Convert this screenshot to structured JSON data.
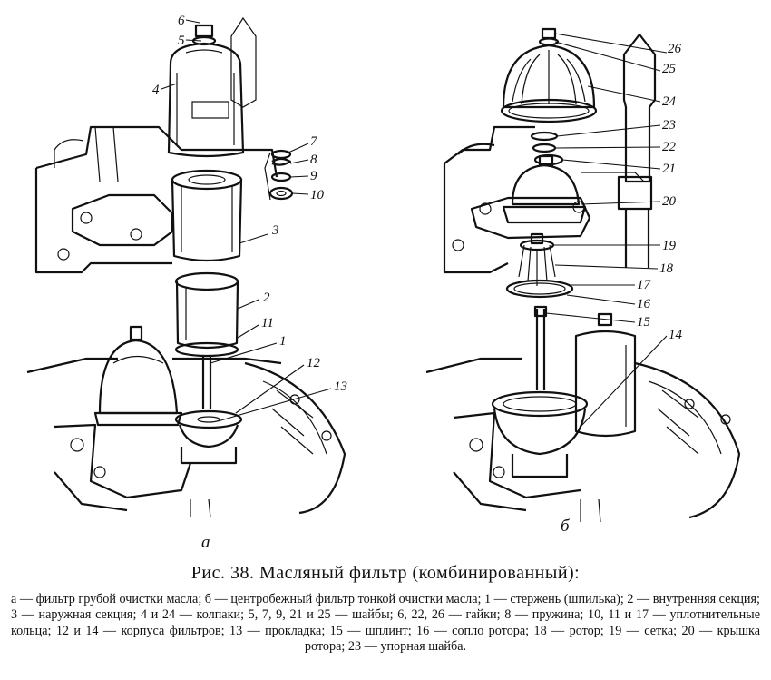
{
  "figure": {
    "caption": "Рис. 38. Масляный фильтр (комбинированный):",
    "legend": "а — фильтр грубой очистки масла; б — центробежный фильтр тонкой очистки масла; 1 — стержень (шпилька); 2 — внутренняя секция; 3 — наружная секция; 4 и 24 — колпаки; 5, 7, 9, 21 и 25 — шайбы; 6, 22, 26 — гайки; 8 — пружина; 10, 11 и 17 — уплотнительные кольца; 12 и 14 — корпуса фильтров; 13 — прокладка; 15 — шплинт; 16 — сопло ротора; 18 — ротор; 19 — сетка; 20 — крышка ротора; 23 — упорная шайба.",
    "subfigures": [
      {
        "id": "a",
        "label": "а"
      },
      {
        "id": "b",
        "label": "б"
      }
    ]
  },
  "callouts_a": [
    "6",
    "5",
    "4",
    "7",
    "8",
    "9",
    "10",
    "3",
    "2",
    "11",
    "1",
    "12",
    "13"
  ],
  "callouts_b": [
    "26",
    "25",
    "24",
    "23",
    "22",
    "21",
    "20",
    "19",
    "18",
    "17",
    "16",
    "15",
    "14"
  ]
}
